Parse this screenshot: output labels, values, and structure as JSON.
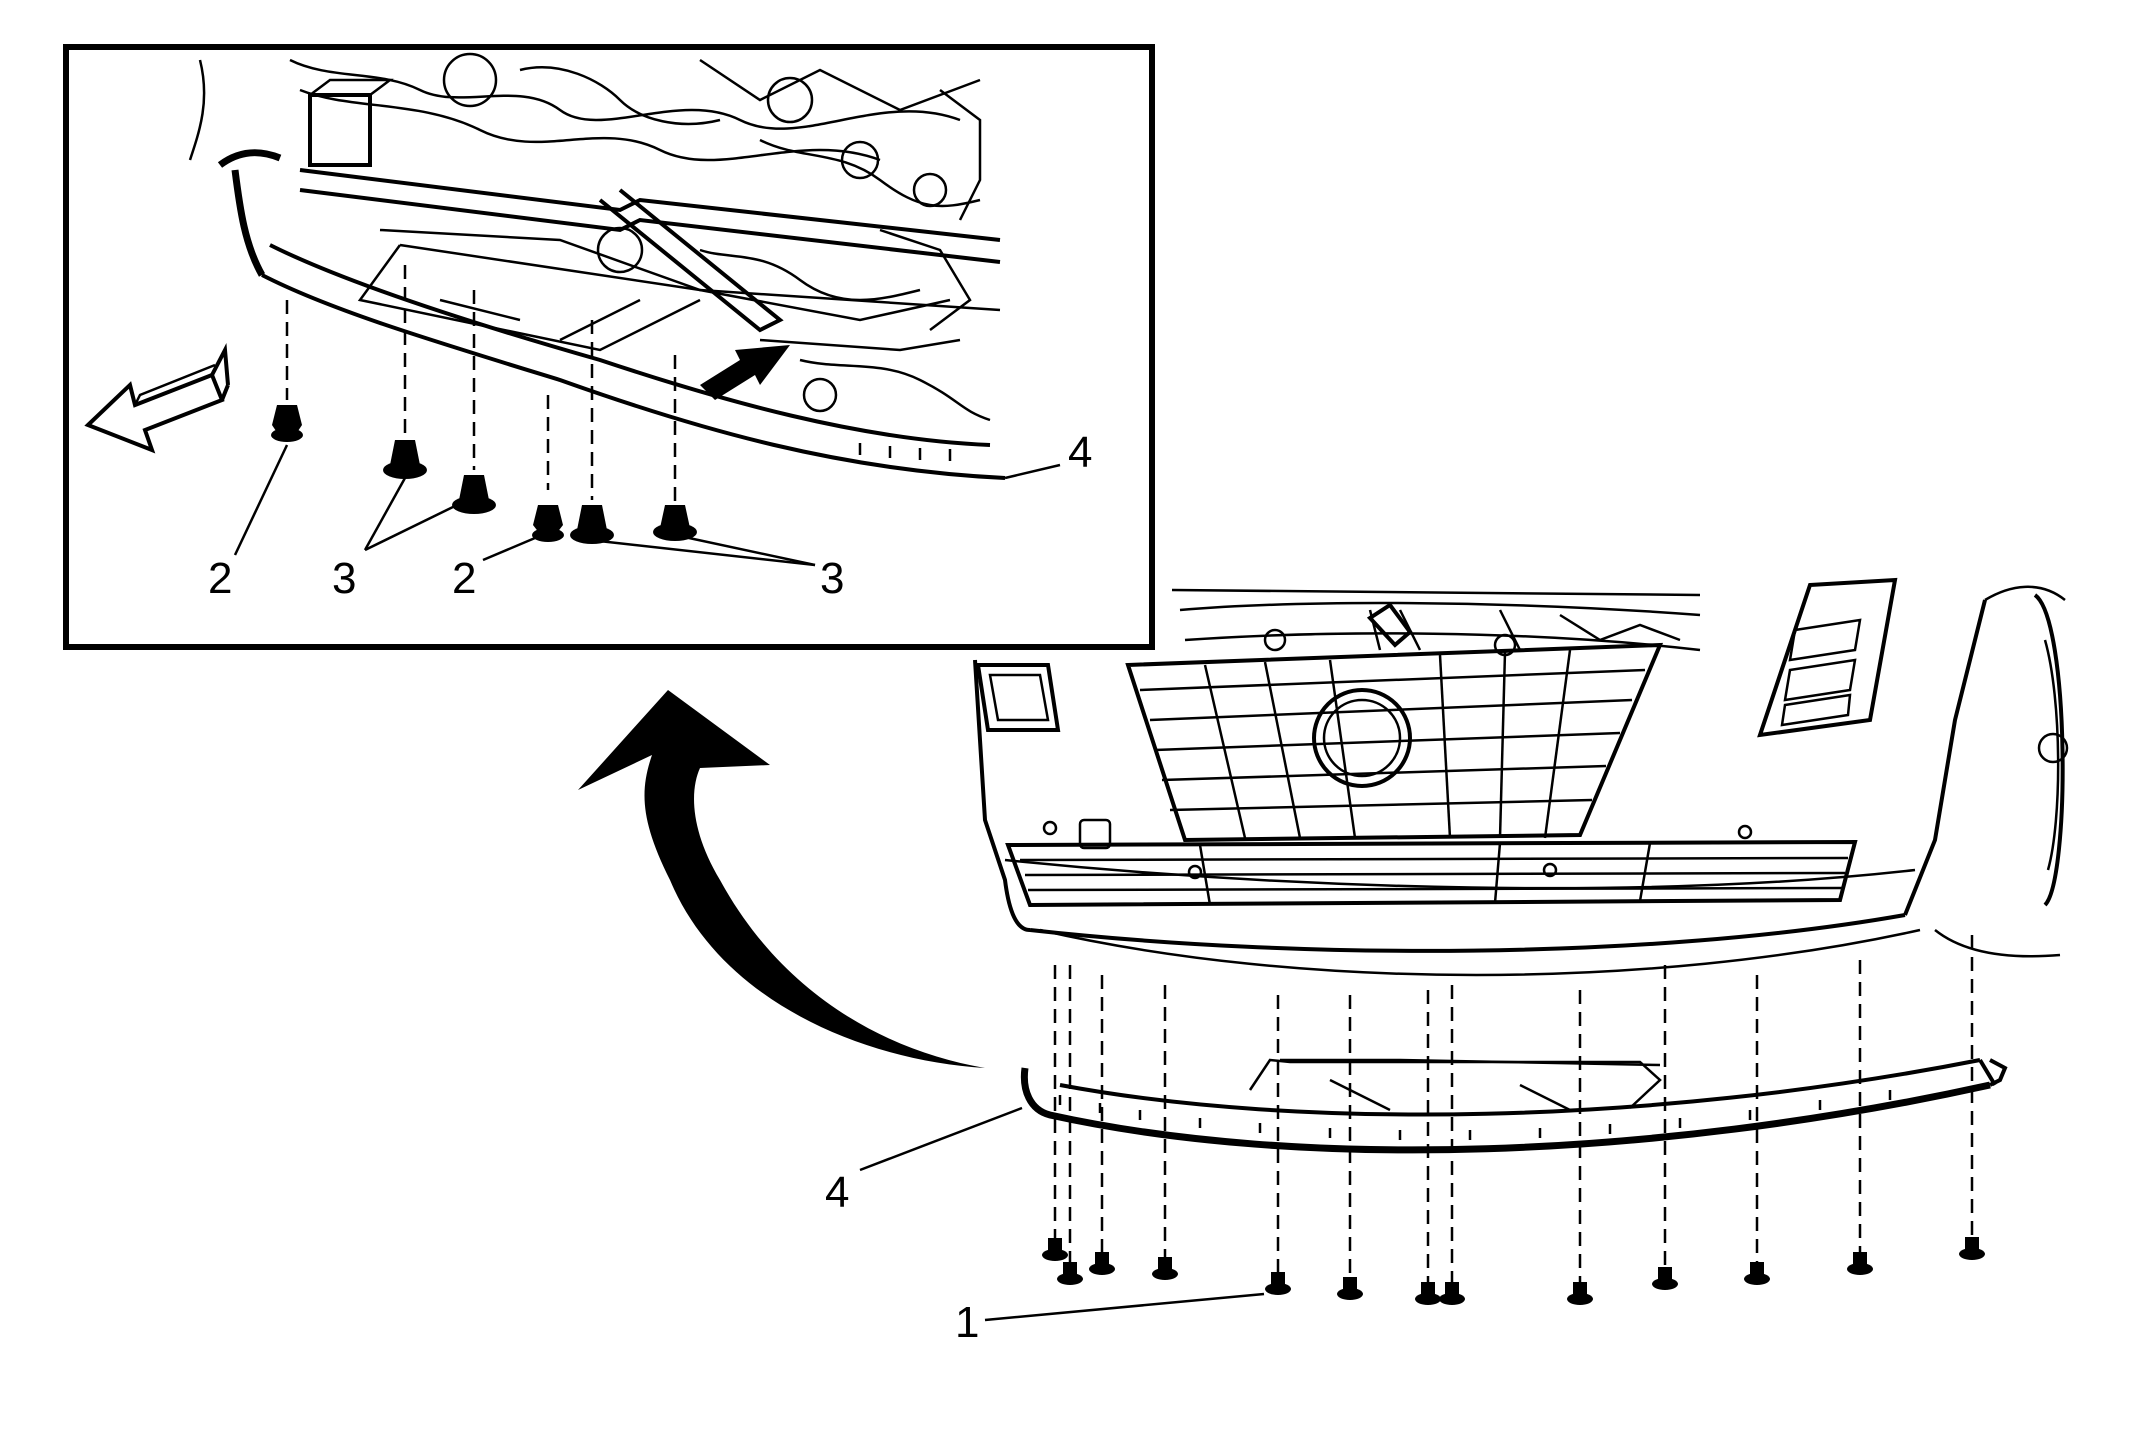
{
  "colors": {
    "ink": "#000000",
    "paper": "#ffffff"
  },
  "callouts": {
    "inset": [
      {
        "id": "inset-2-left",
        "text": "2"
      },
      {
        "id": "inset-3-left",
        "text": "3"
      },
      {
        "id": "inset-2-mid",
        "text": "2"
      },
      {
        "id": "inset-3-right",
        "text": "3"
      },
      {
        "id": "inset-4",
        "text": "4"
      }
    ],
    "main": [
      {
        "id": "main-4",
        "text": "4"
      },
      {
        "id": "main-1",
        "text": "1"
      }
    ]
  },
  "icons": {
    "direction_arrow": "arrow-left-outline-icon",
    "zoom_arrow": "curved-arrow-up-icon",
    "forward_arrow": "arrow-up-right-icon"
  }
}
